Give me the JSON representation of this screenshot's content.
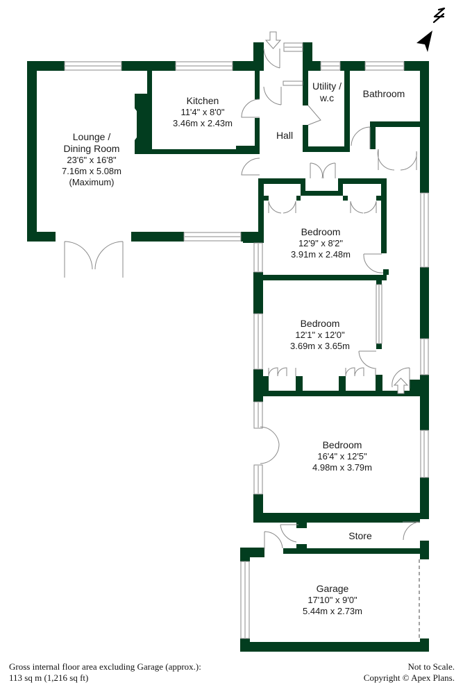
{
  "colors": {
    "wall": "#023d1f",
    "window": "#888888",
    "background": "#ffffff",
    "text": "#1a1a1a"
  },
  "compass": {
    "icon": "north-arrow-icon",
    "label": "N"
  },
  "rooms": {
    "lounge": {
      "name_line1": "Lounge /",
      "name_line2": "Dining Room",
      "imperial": "23'6\" x 16'8\"",
      "metric": "7.16m x 5.08m",
      "note": "(Maximum)"
    },
    "kitchen": {
      "name": "Kitchen",
      "imperial": "11'4\" x 8'0\"",
      "metric": "3.46m x 2.43m"
    },
    "utility": {
      "name_line1": "Utility /",
      "name_line2": "w.c"
    },
    "bathroom": {
      "name": "Bathroom"
    },
    "hall": {
      "name": "Hall"
    },
    "bedroom1": {
      "name": "Bedroom",
      "imperial": "12'9\" x 8'2\"",
      "metric": "3.91m x 2.48m"
    },
    "bedroom2": {
      "name": "Bedroom",
      "imperial": "12'1\" x 12'0\"",
      "metric": "3.69m x 3.65m"
    },
    "bedroom3": {
      "name": "Bedroom",
      "imperial": "16'4\" x 12'5\"",
      "metric": "4.98m x 3.79m"
    },
    "store": {
      "name": "Store"
    },
    "garage": {
      "name": "Garage",
      "imperial": "17'10\" x 9'0\"",
      "metric": "5.44m x 2.73m"
    }
  },
  "footer": {
    "area_line1": "Gross internal floor area excluding Garage (approx.):",
    "area_line2": "113 sq m (1,216 sq ft)",
    "scale_note": "Not to Scale.",
    "copyright": "Copyright © Apex Plans."
  }
}
